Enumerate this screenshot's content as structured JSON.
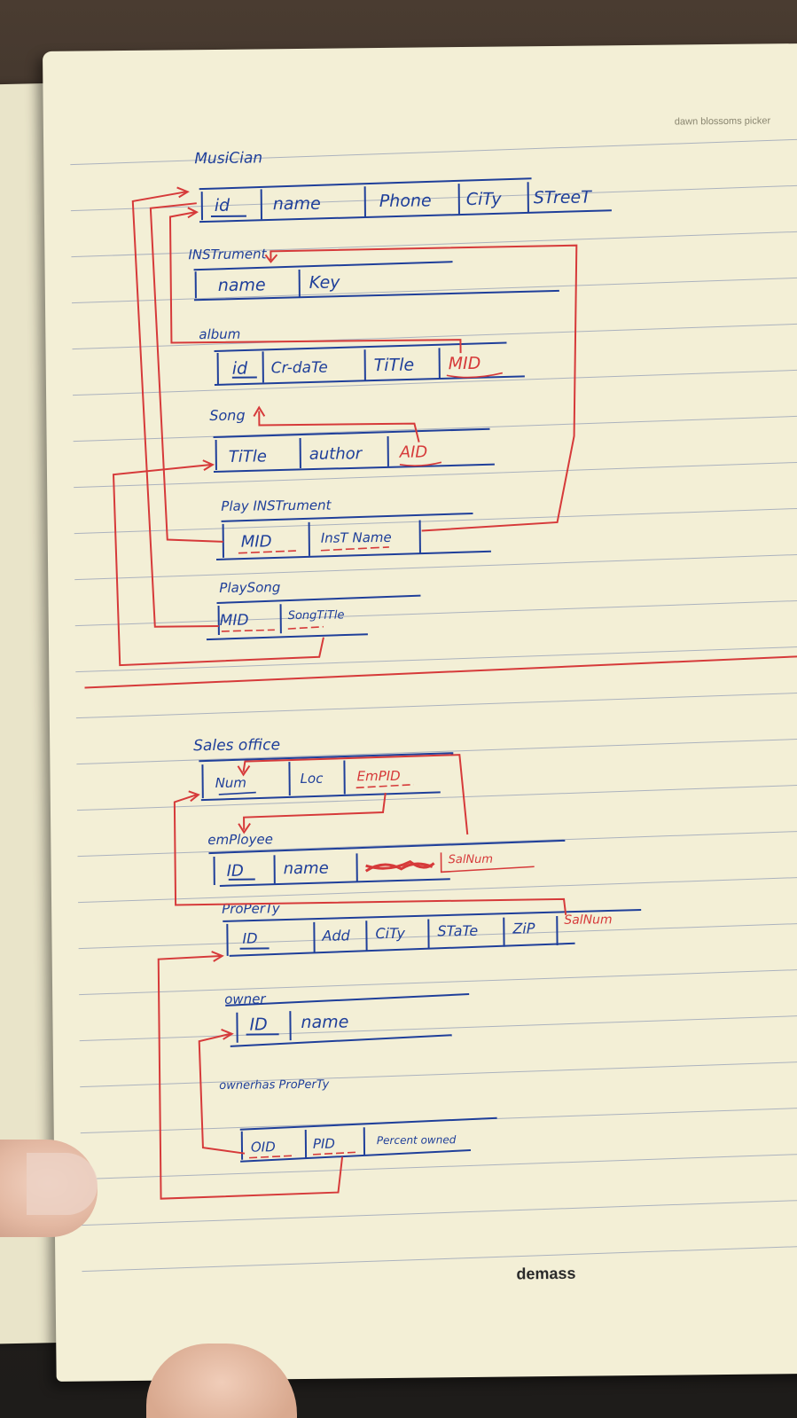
{
  "header": {
    "brand_text": "dawn blossoms picker"
  },
  "footer": {
    "logo_text": "demass"
  },
  "colors": {
    "pen_blue": "#1f3f9a",
    "pen_red": "#d63a3a",
    "ruled_line": "#9aa3b8",
    "paper": "#f3efd6"
  },
  "tables": {
    "musician": {
      "title": "MusiCian",
      "fields": [
        "id",
        "name",
        "Phone",
        "CiTy",
        "STreeT"
      ]
    },
    "instrument": {
      "title": "INSTrument",
      "fields": [
        "name",
        "Key"
      ]
    },
    "album": {
      "title": "album",
      "fields": [
        "id",
        "Cr-daTe",
        "TiTle",
        "MID"
      ]
    },
    "song": {
      "title": "Song",
      "fields": [
        "TiTle",
        "author",
        "AID"
      ]
    },
    "play_instrument": {
      "title": "Play INSTrument",
      "fields": [
        "MID",
        "InsT Name"
      ]
    },
    "play_song": {
      "title": "PlaySong",
      "fields": [
        "MID",
        "SongTiTle"
      ]
    },
    "sales_office": {
      "title": "Sales office",
      "fields": [
        "Num",
        "Loc",
        "EmPID"
      ]
    },
    "employee": {
      "title": "emPloyee",
      "fields": [
        "ID",
        "name",
        "SalNum"
      ]
    },
    "property": {
      "title": "ProPerTy",
      "fields": [
        "ID",
        "Add",
        "CiTy",
        "STaTe",
        "ZiP",
        "SalNum"
      ]
    },
    "owner": {
      "title": "owner",
      "fields": [
        "ID",
        "name"
      ]
    },
    "owner_has_property": {
      "title": "ownerhas ProPerTy",
      "fields": [
        "OID",
        "PID",
        "Percent owned"
      ]
    }
  }
}
